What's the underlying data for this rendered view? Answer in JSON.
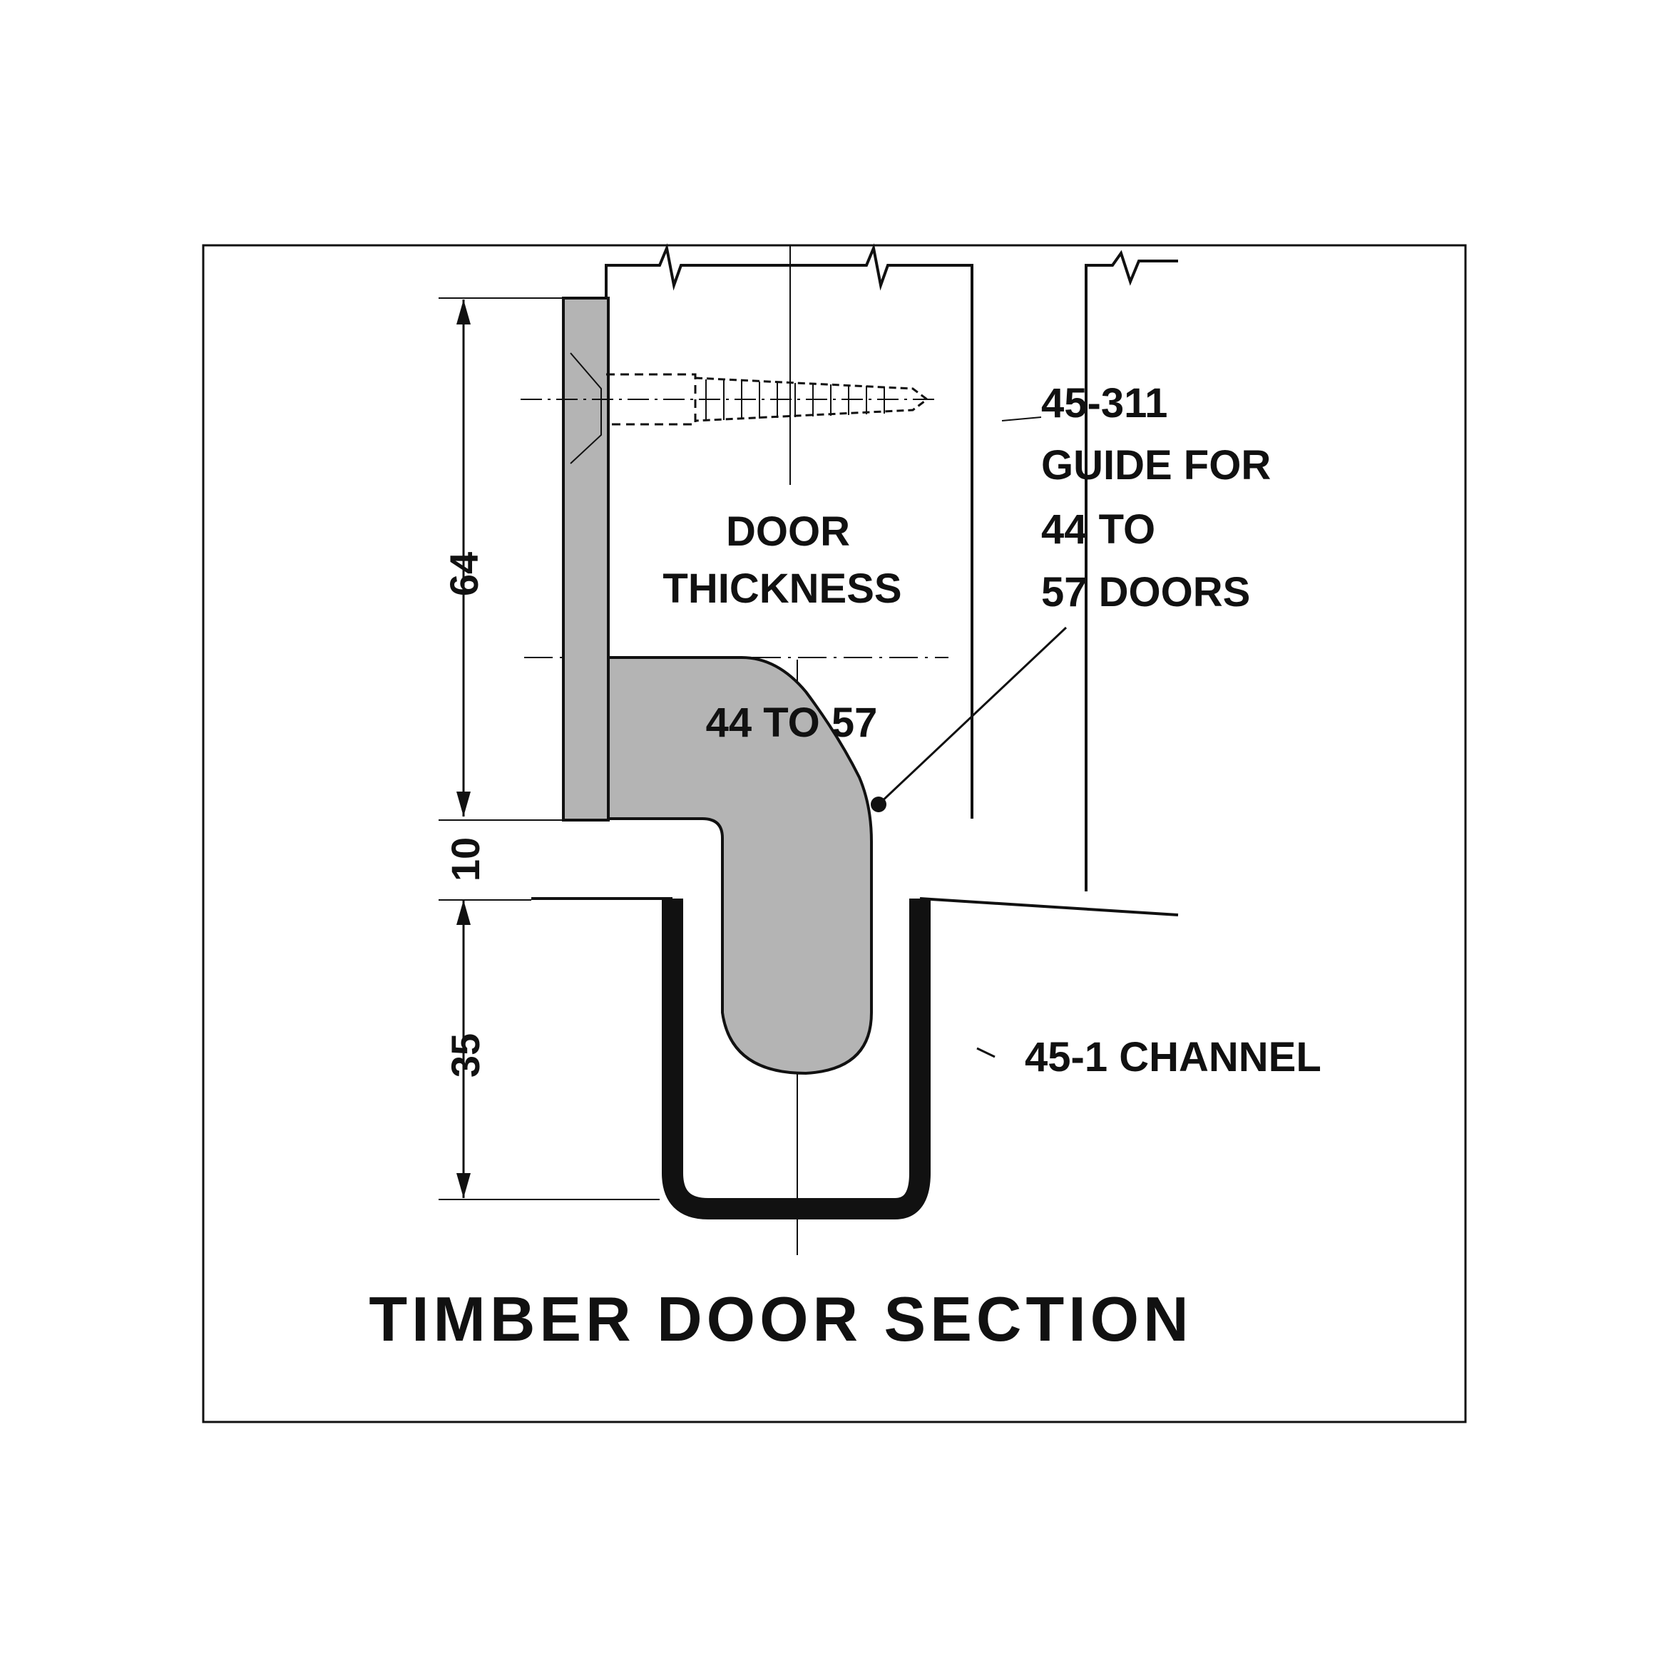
{
  "diagram": {
    "title": "TIMBER DOOR SECTION",
    "door_label_line1": "DOOR",
    "door_label_line2": "THICKNESS",
    "thickness_range": "44 TO 57",
    "guide_label": {
      "line1": "45-311",
      "line2": "GUIDE FOR",
      "line3": "44 TO",
      "line4": "57 DOORS"
    },
    "channel_label": "45-1 CHANNEL",
    "dimensions": {
      "upper": "64",
      "gap": "10",
      "channel_depth": "35"
    }
  },
  "colors": {
    "guide_fill": "#b4b4b4",
    "line": "#111111",
    "background": "#ffffff"
  }
}
